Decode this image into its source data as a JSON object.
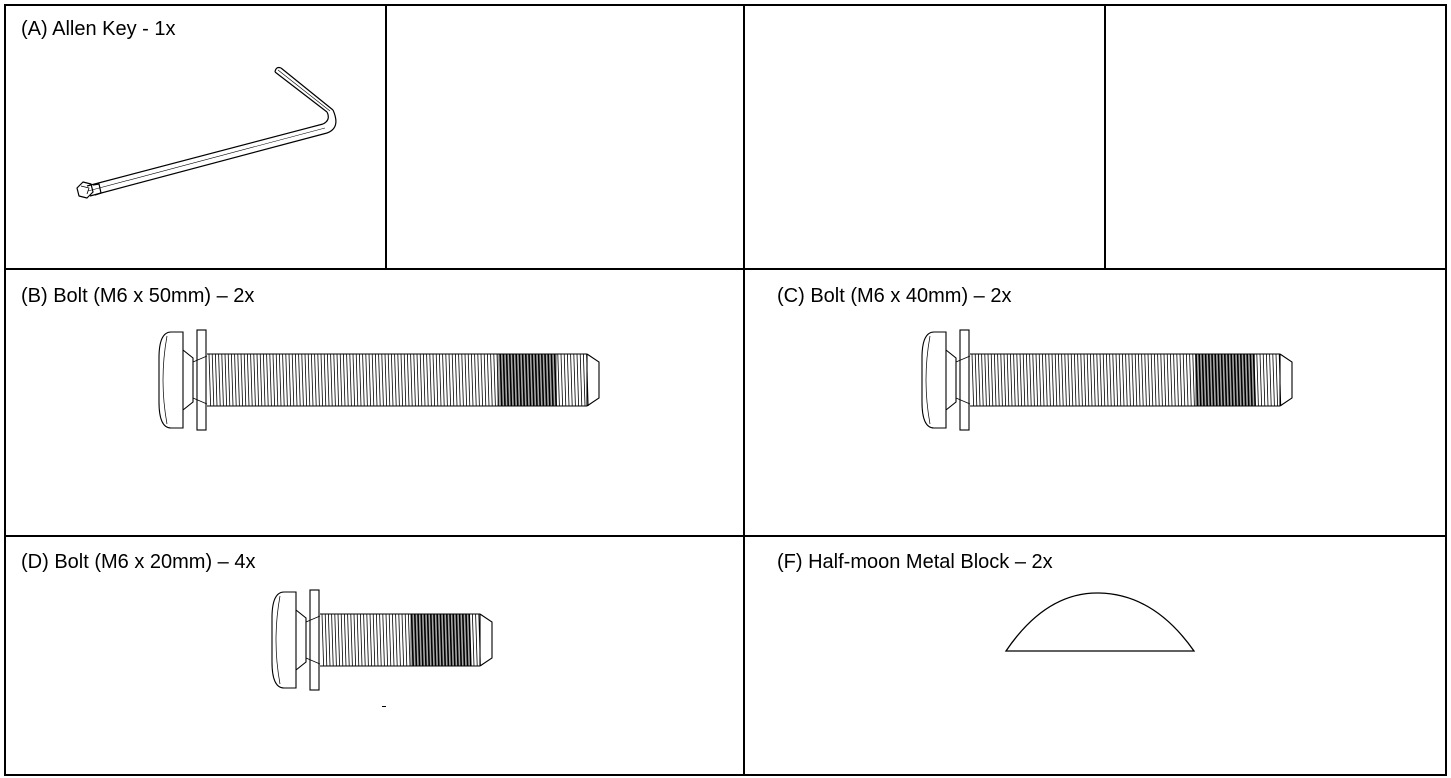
{
  "parts": {
    "a": {
      "label": "(A) Allen Key - 1x",
      "icon": "allen-key-icon"
    },
    "b": {
      "label": "(B) Bolt (M6 x 50mm) – 2x",
      "icon": "bolt-icon"
    },
    "c": {
      "label": "(C) Bolt (M6 x 40mm) – 2x",
      "icon": "bolt-icon"
    },
    "d": {
      "label": "(D) Bolt (M6 x 20mm) – 4x",
      "icon": "bolt-icon"
    },
    "f": {
      "label": "(F) Half-moon Metal Block – 2x",
      "icon": "half-moon-block-icon"
    }
  },
  "empty_cells": [
    "row1-col2",
    "row1-col3",
    "row1-col4"
  ]
}
